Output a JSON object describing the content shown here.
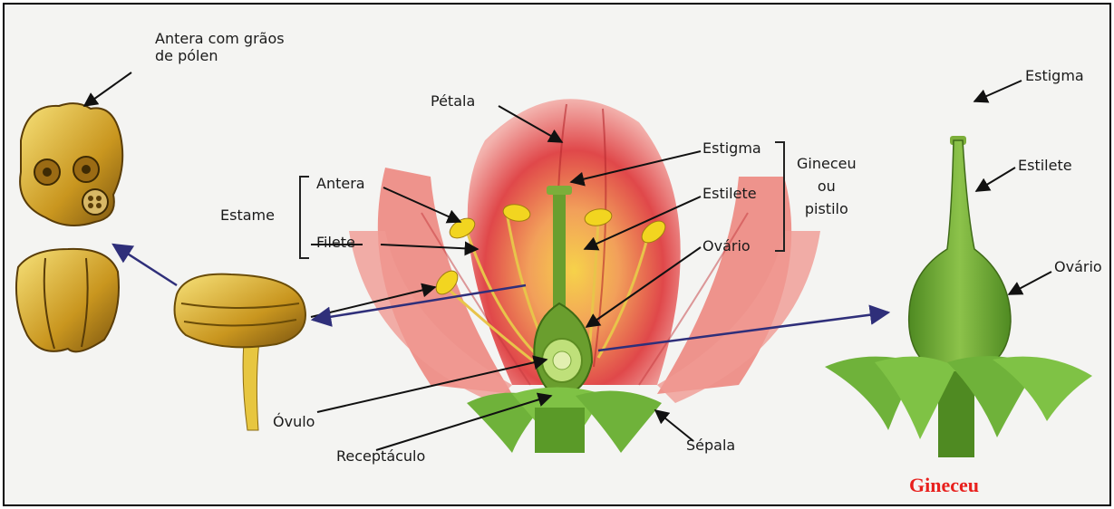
{
  "labels": {
    "antera_graos": "Antera com grãos\nde pólen",
    "petala": "Pétala",
    "estigma_center": "Estigma",
    "estilete_center": "Estilete",
    "ovario_center": "Ovário",
    "gineceu_pistilo": "Gineceu\nou\npistilo",
    "antera": "Antera",
    "estame": "Estame",
    "filete": "Filete",
    "ovulo": "Óvulo",
    "receptaculo": "Receptáculo",
    "sepala": "Sépala",
    "estigma_right": "Estigma",
    "estilete_right": "Estilete",
    "ovario_right": "Ovário"
  },
  "caption": "Gineceu",
  "colors": {
    "caption": "#e8201d",
    "petal": "#d9353a",
    "petal_light": "#f08a85",
    "stamen": "#f0d020",
    "anther_dark": "#b8860b",
    "pistil": "#6a9e2e",
    "sepal": "#6fb23a",
    "arrow": "#111111",
    "blue_arrow": "#2f2f7a"
  }
}
